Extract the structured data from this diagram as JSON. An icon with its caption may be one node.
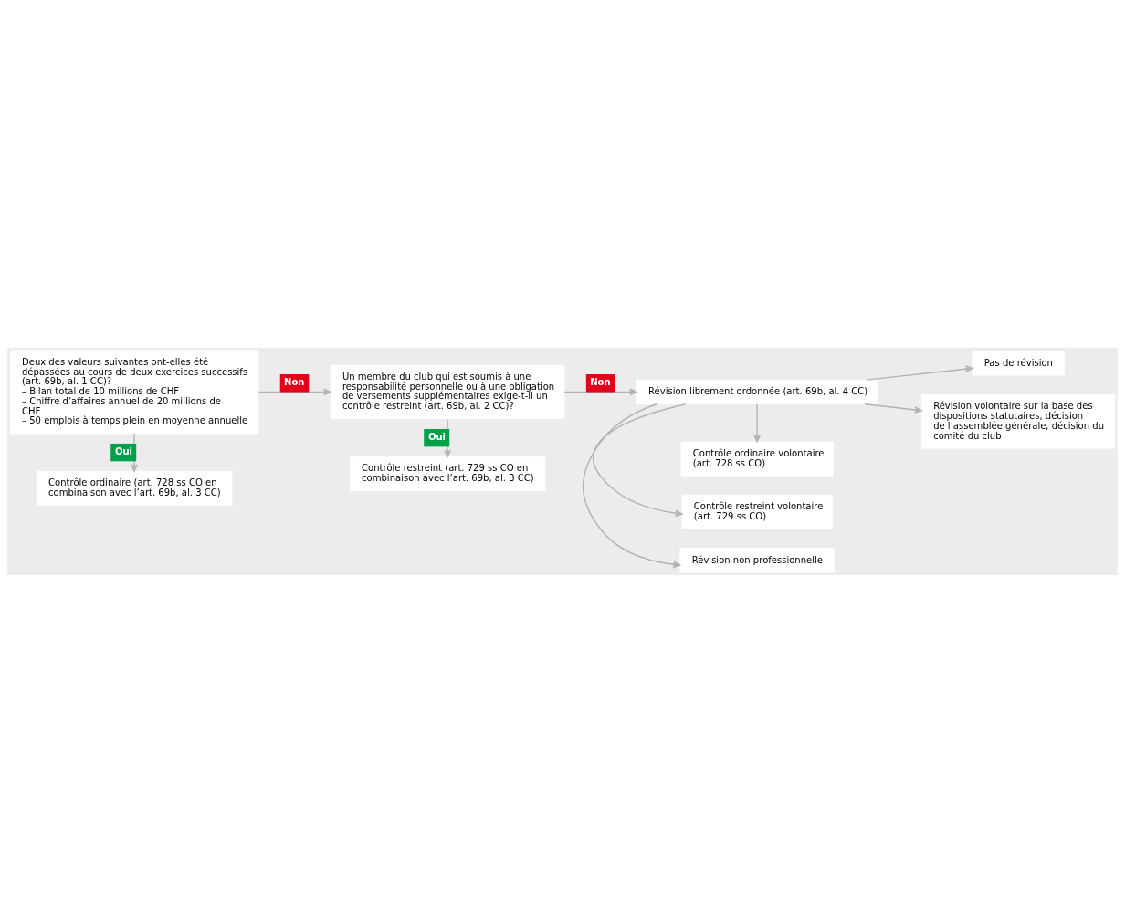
{
  "diagram": {
    "nodes": [
      {
        "text": [
          "Deux des valeurs suivantes ont-elles été dépassées au cours de deux exercices successifs (art. 69b, al. 1 CC)?",
          "– Bilan total de 10 millions de CHF",
          "– Chiffre d’affaires annuel de 20 millions de CHF",
          "– 50 emplois à temps plein en moyenne annuelle"
        ]
      },
      {
        "text": [
          "Contrôle ordinaire (art. 728 ss CO en combinaison avec l’art. 69b, al. 3 CC)"
        ]
      },
      {
        "text": [
          "Un membre du club qui est soumis à une responsabilité personnelle ou à une obligation de versements supplémentaires exige-t-il un contrôle restreint (art. 69b, al. 2 CC)?"
        ]
      },
      {
        "text": [
          "Contrôle restreint (art. 729 ss CO en combinaison avec l’art. 69b, al. 3 CC)"
        ]
      },
      {
        "text": [
          "Révision librement ordonnée (art. 69b, al. 4 CC)"
        ]
      },
      {
        "text": [
          "Révision non professionnelle"
        ]
      },
      {
        "text": [
          "Contrôle restreint volontaire (art. 729 ss CO)"
        ]
      },
      {
        "text": [
          "Contrôle ordinaire volontaire (art. 728 ss CO)"
        ]
      },
      {
        "text": [
          "Pas de révision"
        ]
      },
      {
        "text": [
          "Révision volontaire sur la base des dispositions statutaires, décision de l’assemblée générale, décision du comité du club"
        ]
      }
    ],
    "edges": [
      {
        "from": 0,
        "to": 1,
        "arrow": "to",
        "label": "Oui"
      },
      {
        "from": 0,
        "to": 2,
        "arrow": "to",
        "label": "Non"
      },
      {
        "from": 2,
        "to": 3,
        "arrow": "to",
        "label": "Oui"
      },
      {
        "from": 2,
        "to": 4,
        "arrow": "to",
        "label": "Non"
      },
      {
        "from": 4,
        "to": 5,
        "arrow": "to"
      },
      {
        "from": 4,
        "to": 6,
        "arrow": "to"
      },
      {
        "from": 4,
        "to": 7,
        "arrow": "to"
      },
      {
        "from": 4,
        "to": 8,
        "arrow": "to"
      },
      {
        "from": 4,
        "to": 9,
        "arrow": "to"
      }
    ]
  }
}
